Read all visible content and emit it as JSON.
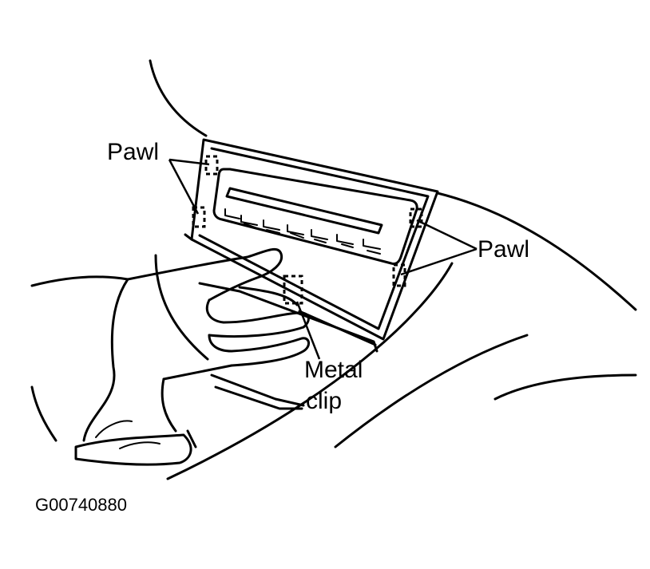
{
  "labels": {
    "pawl_left": "Pawl",
    "pawl_right": "Pawl",
    "metal_clip_line1": "Metal",
    "metal_clip_line2": "clip"
  },
  "figure_code": "G00740880"
}
